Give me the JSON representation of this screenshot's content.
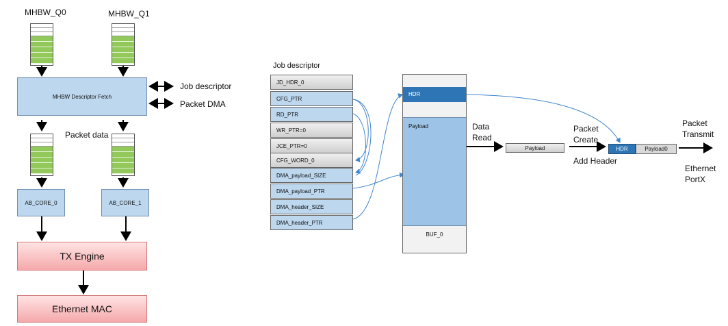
{
  "left_flow": {
    "queue0_label": "MHBW_Q0",
    "queue1_label": "MHBW_Q1",
    "fetch_block": "MHBW Descriptor Fetch",
    "job_descriptor_label": "Job descriptor",
    "packet_dma_label": "Packet DMA",
    "packet_data_label": "Packet data",
    "core0": "AB_CORE_0",
    "core1": "AB_CORE_1",
    "tx_engine": "TX Engine",
    "ethernet_mac": "Ethernet MAC"
  },
  "job_descriptor": {
    "title": "Job descriptor",
    "fields": [
      "JD_HDR_0",
      "CFG_PTR",
      "RD_PTR",
      "WR_PTR=0",
      "JCE_PTR=0",
      "CFG_WORD_0",
      "DMA_payload_SIZE",
      "DMA_payload_PTR",
      "DMA_header_SIZE",
      "DMA_header_PTR"
    ]
  },
  "buffer": {
    "hdr": "HDR",
    "payload": "Payload",
    "name": "BUF_0"
  },
  "flow": {
    "data_read_1": "Data",
    "data_read_2": "Read",
    "payload_box": "Payload",
    "packet_create_1": "Packet",
    "packet_create_2": "Create",
    "add_header": "Add Header",
    "hdr": "HDR",
    "payload0": "Payload0",
    "packet_transmit_1": "Packet",
    "packet_transmit_2": "Transmit",
    "ethernet_1": "Ethernet",
    "ethernet_2": "PortX"
  },
  "colors": {
    "light_blue": "#bdd7ee",
    "dark_blue": "#2e75b6",
    "green": "#92c95a",
    "pink": "#f5a9ab",
    "gray": "#d9d9d9"
  }
}
